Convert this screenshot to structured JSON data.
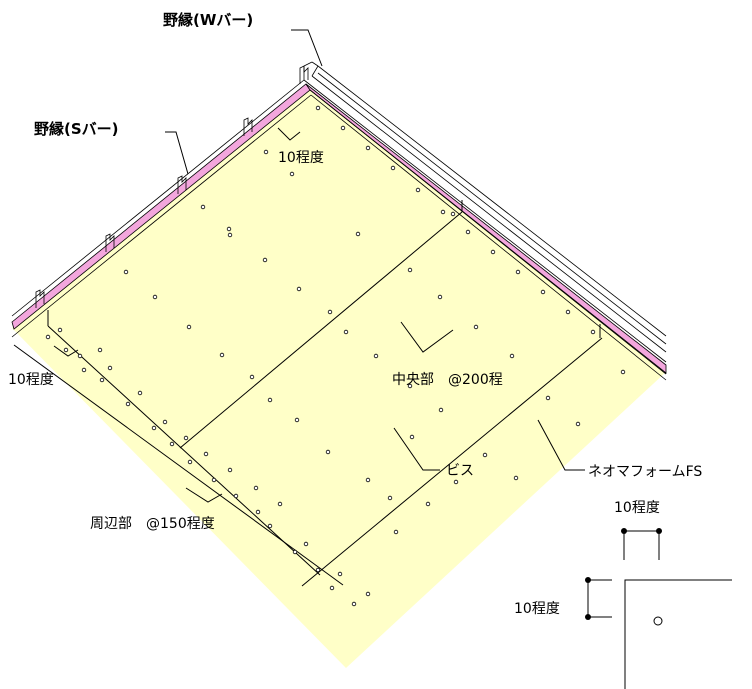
{
  "labels": {
    "w_bar": "野縁(Wバー)",
    "s_bar": "野縁(Sバー)",
    "edge_top": "10程度",
    "edge_left": "10程度",
    "center": "中央部　@200程",
    "material": "ネオマフォームFS",
    "perimeter": "周辺部　@150程度",
    "screw": "ビス",
    "detail_top": "10程度",
    "detail_left": "10程度"
  },
  "colors": {
    "board": "#ffffc8",
    "pink": "#f3a6dd",
    "line": "#000000"
  },
  "icons": {
    "bar_clip": "c-channel-clip-icon",
    "screw_hole": "screw-hole-icon"
  }
}
